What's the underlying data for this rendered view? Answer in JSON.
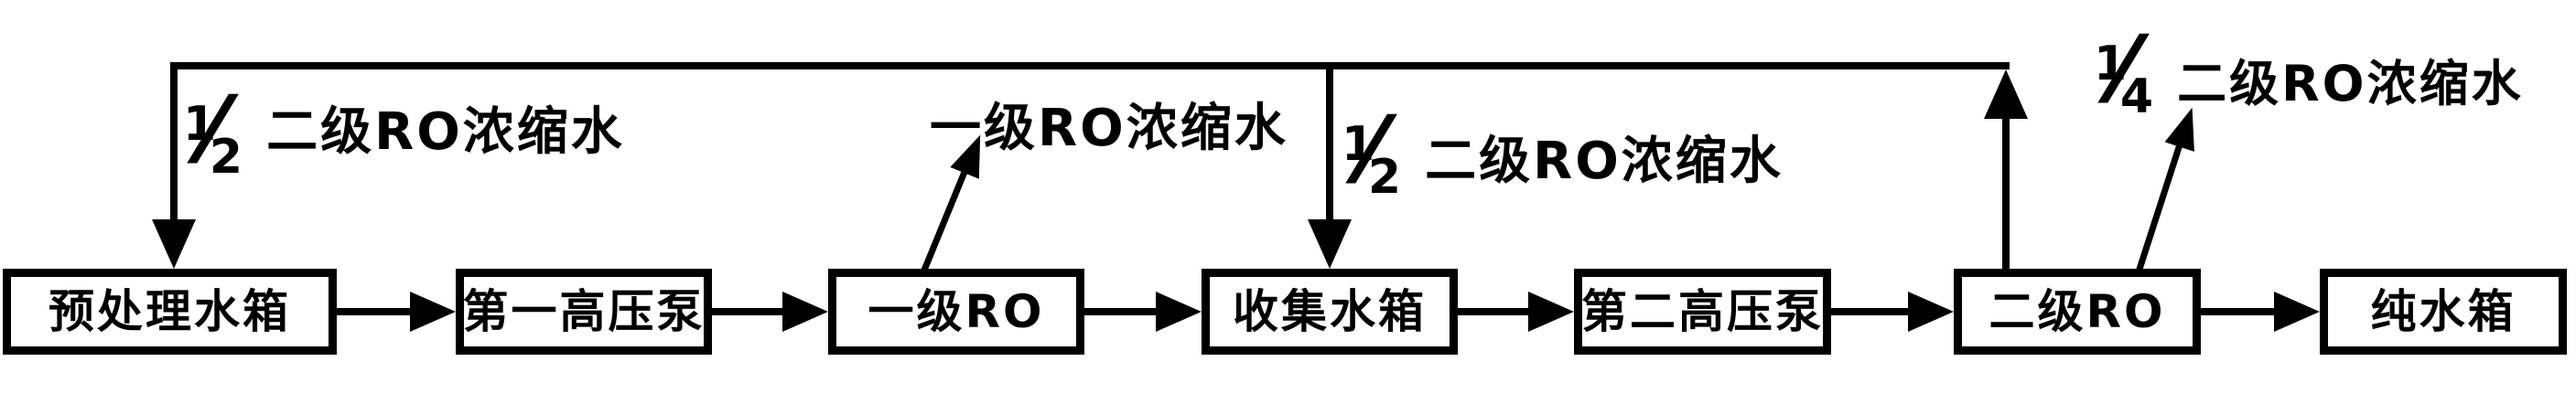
{
  "diagram": {
    "type": "process-flow",
    "background": "#ffffff",
    "ink": "#000000",
    "boxes": [
      {
        "id": "pretreatment-tank",
        "label": "预处理水箱"
      },
      {
        "id": "first-high-pressure-pump",
        "label": "第一高压泵"
      },
      {
        "id": "first-stage-ro",
        "label": "一级RO"
      },
      {
        "id": "collection-tank",
        "label": "收集水箱"
      },
      {
        "id": "second-high-pressure-pump",
        "label": "第二高压泵"
      },
      {
        "id": "second-stage-ro",
        "label": "二级RO"
      },
      {
        "id": "pure-water-tank",
        "label": "纯水箱"
      }
    ],
    "annotations": {
      "recycle_left": {
        "num": "1",
        "slash": "⁄",
        "den": "2",
        "text": "二级RO浓缩水"
      },
      "primary_concentrate": {
        "text": "一级RO浓缩水"
      },
      "recycle_mid": {
        "num": "1",
        "slash": "⁄",
        "den": "2",
        "text": "二级RO浓缩水"
      },
      "discharge_quarter": {
        "num": "1",
        "slash": "⁄",
        "den": "4",
        "text": "二级RO浓缩水"
      }
    },
    "connections": [
      {
        "from": "预处理水箱",
        "to": "第一高压泵"
      },
      {
        "from": "第一高压泵",
        "to": "一级RO"
      },
      {
        "from": "一级RO",
        "to": "收集水箱"
      },
      {
        "from": "收集水箱",
        "to": "第二高压泵"
      },
      {
        "from": "第二高压泵",
        "to": "二级RO"
      },
      {
        "from": "二级RO",
        "to": "纯水箱"
      },
      {
        "from": "一级RO",
        "to": "一级RO浓缩水"
      },
      {
        "from": "二级RO",
        "to": "预处理水箱",
        "label": "1⁄2 二级RO浓缩水"
      },
      {
        "from": "二级RO",
        "to": "收集水箱",
        "label": "1⁄2 二级RO浓缩水"
      },
      {
        "from": "二级RO",
        "to": "1⁄4 二级RO浓缩水"
      }
    ]
  }
}
